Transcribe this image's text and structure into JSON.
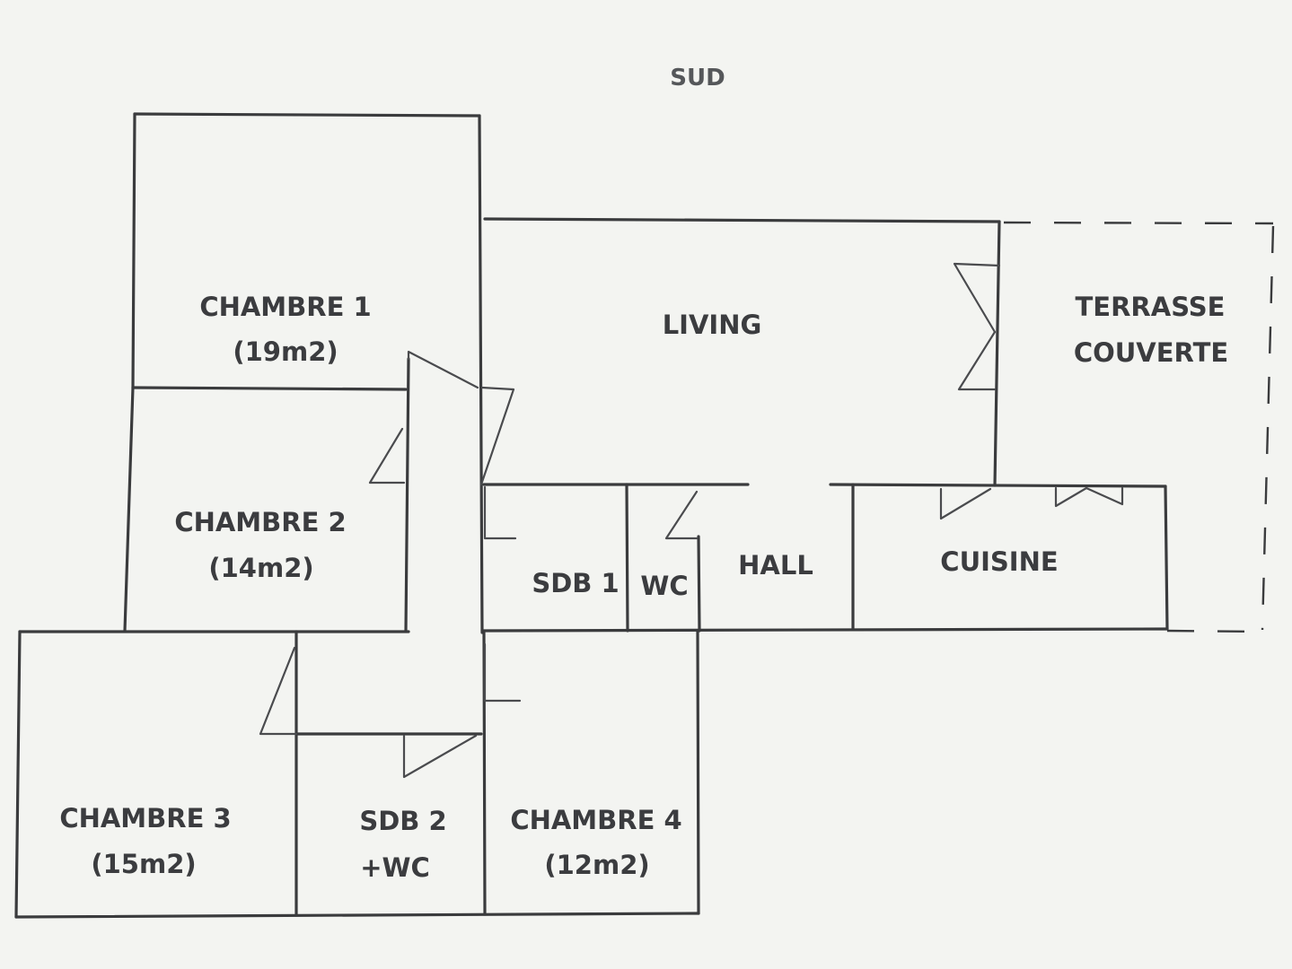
{
  "orientation": "SUD",
  "rooms": {
    "chambre1": {
      "name": "CHAMBRE 1",
      "area": "(19m2)"
    },
    "chambre2": {
      "name": "CHAMBRE 2",
      "area": "(14m2)"
    },
    "chambre3": {
      "name": "CHAMBRE 3",
      "area": "(15m2)"
    },
    "chambre4": {
      "name": "CHAMBRE 4",
      "area": "(12m2)"
    },
    "living": {
      "name": "LIVING"
    },
    "terrasse": {
      "line1": "TERRASSE",
      "line2": "COUVERTE"
    },
    "sdb1": {
      "name": "SDB 1"
    },
    "wc": {
      "name": "WC"
    },
    "hall": {
      "name": "HALL"
    },
    "cuisine": {
      "name": "CUISINE"
    },
    "sdb2": {
      "line1": "SDB 2",
      "line2": "+WC"
    }
  },
  "colors": {
    "paper": "#f3f4f1",
    "ink": "#3a3b3d"
  }
}
